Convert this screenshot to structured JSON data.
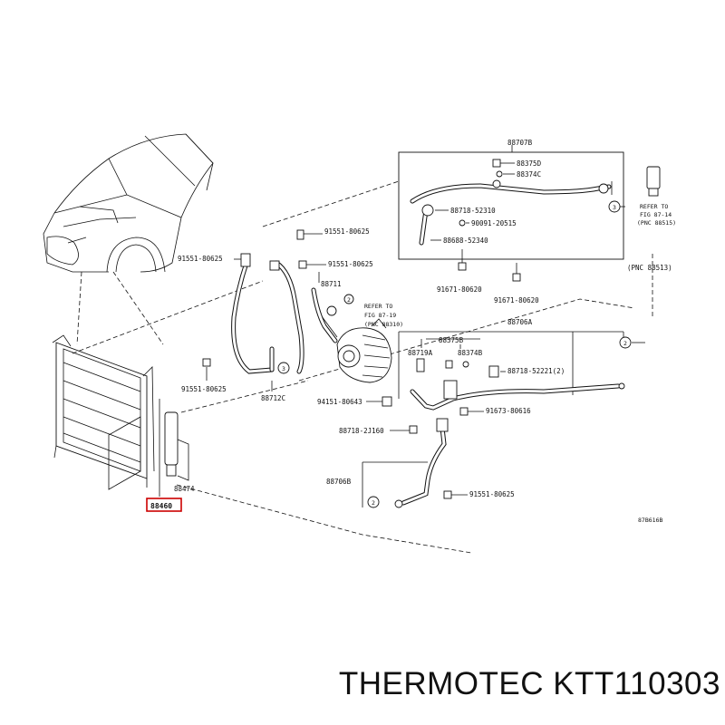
{
  "callouts": {
    "p88707B": "88707B",
    "p88375D": "88375D",
    "p88374C": "88374C",
    "p88718_52310": "88718-52310",
    "p90091_20515": "90091-20515",
    "p88688_52340": "88688-52340",
    "p91671_80620_a": "91671-80620",
    "p91671_80620_b": "91671-80620",
    "pnc88513": "(PNC 88513)",
    "p91551_80625_a": "91551-80625",
    "p91551_80625_b": "91551-80625",
    "p91551_80625_c": "91551-80625",
    "p91551_80625_d": "91551-80625",
    "p91551_80625_e": "91551-80625",
    "p88711": "88711",
    "p88712C": "88712C",
    "p88706A": "88706A",
    "p88375B": "88375B",
    "p88719A": "88719A",
    "p88374B": "88374B",
    "p88718_52221": "88718-52221(2)",
    "p94151_80643": "94151-80643",
    "p91673_80616": "91673-80616",
    "p88718_2J160": "88718-2J160",
    "p88706B": "88706B",
    "p88474": "88474",
    "p88460": "88460",
    "figref": "87B616B"
  },
  "notes": {
    "ref_87_14": [
      "REFER TO",
      "FIG 87-14",
      "(PNC 88515)"
    ],
    "ref_87_19": [
      "REFER TO",
      "FIG 87-19",
      "(PNC 88310)"
    ]
  },
  "markers": {
    "m1": "3",
    "m2": "2",
    "m3": "3",
    "m4": "2",
    "m5": "2"
  },
  "footer": {
    "brand_part": "THERMOTEC KTT110303"
  }
}
